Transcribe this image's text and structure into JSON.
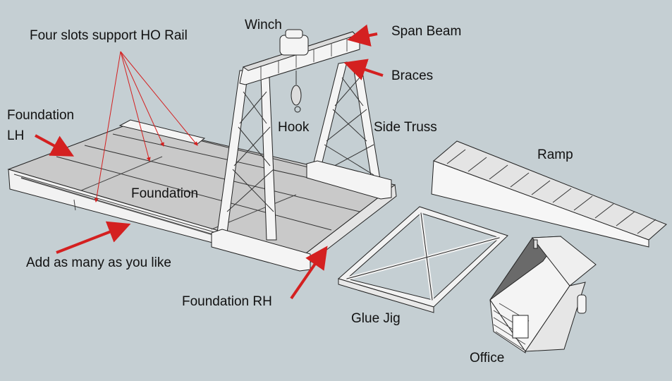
{
  "colors": {
    "background": "#c5cfd3",
    "arrow": "#d42020",
    "part_fill": "#f2f2f2",
    "floor_fill": "#c8c8c8",
    "roof_dark": "#6a6a6a",
    "outline": "#222222",
    "text": "#111111"
  },
  "labels": {
    "four_slots": "Four slots support HO Rail",
    "winch": "Winch",
    "span_beam": "Span Beam",
    "braces": "Braces",
    "hook": "Hook",
    "side_truss": "Side Truss",
    "foundation_lh_line1": "Foundation",
    "foundation_lh_line2": "LH",
    "foundation": "Foundation",
    "ramp": "Ramp",
    "add_many": "Add as many as you like",
    "foundation_rh": "Foundation RH",
    "glue_jig": "Glue Jig",
    "office": "Office"
  }
}
